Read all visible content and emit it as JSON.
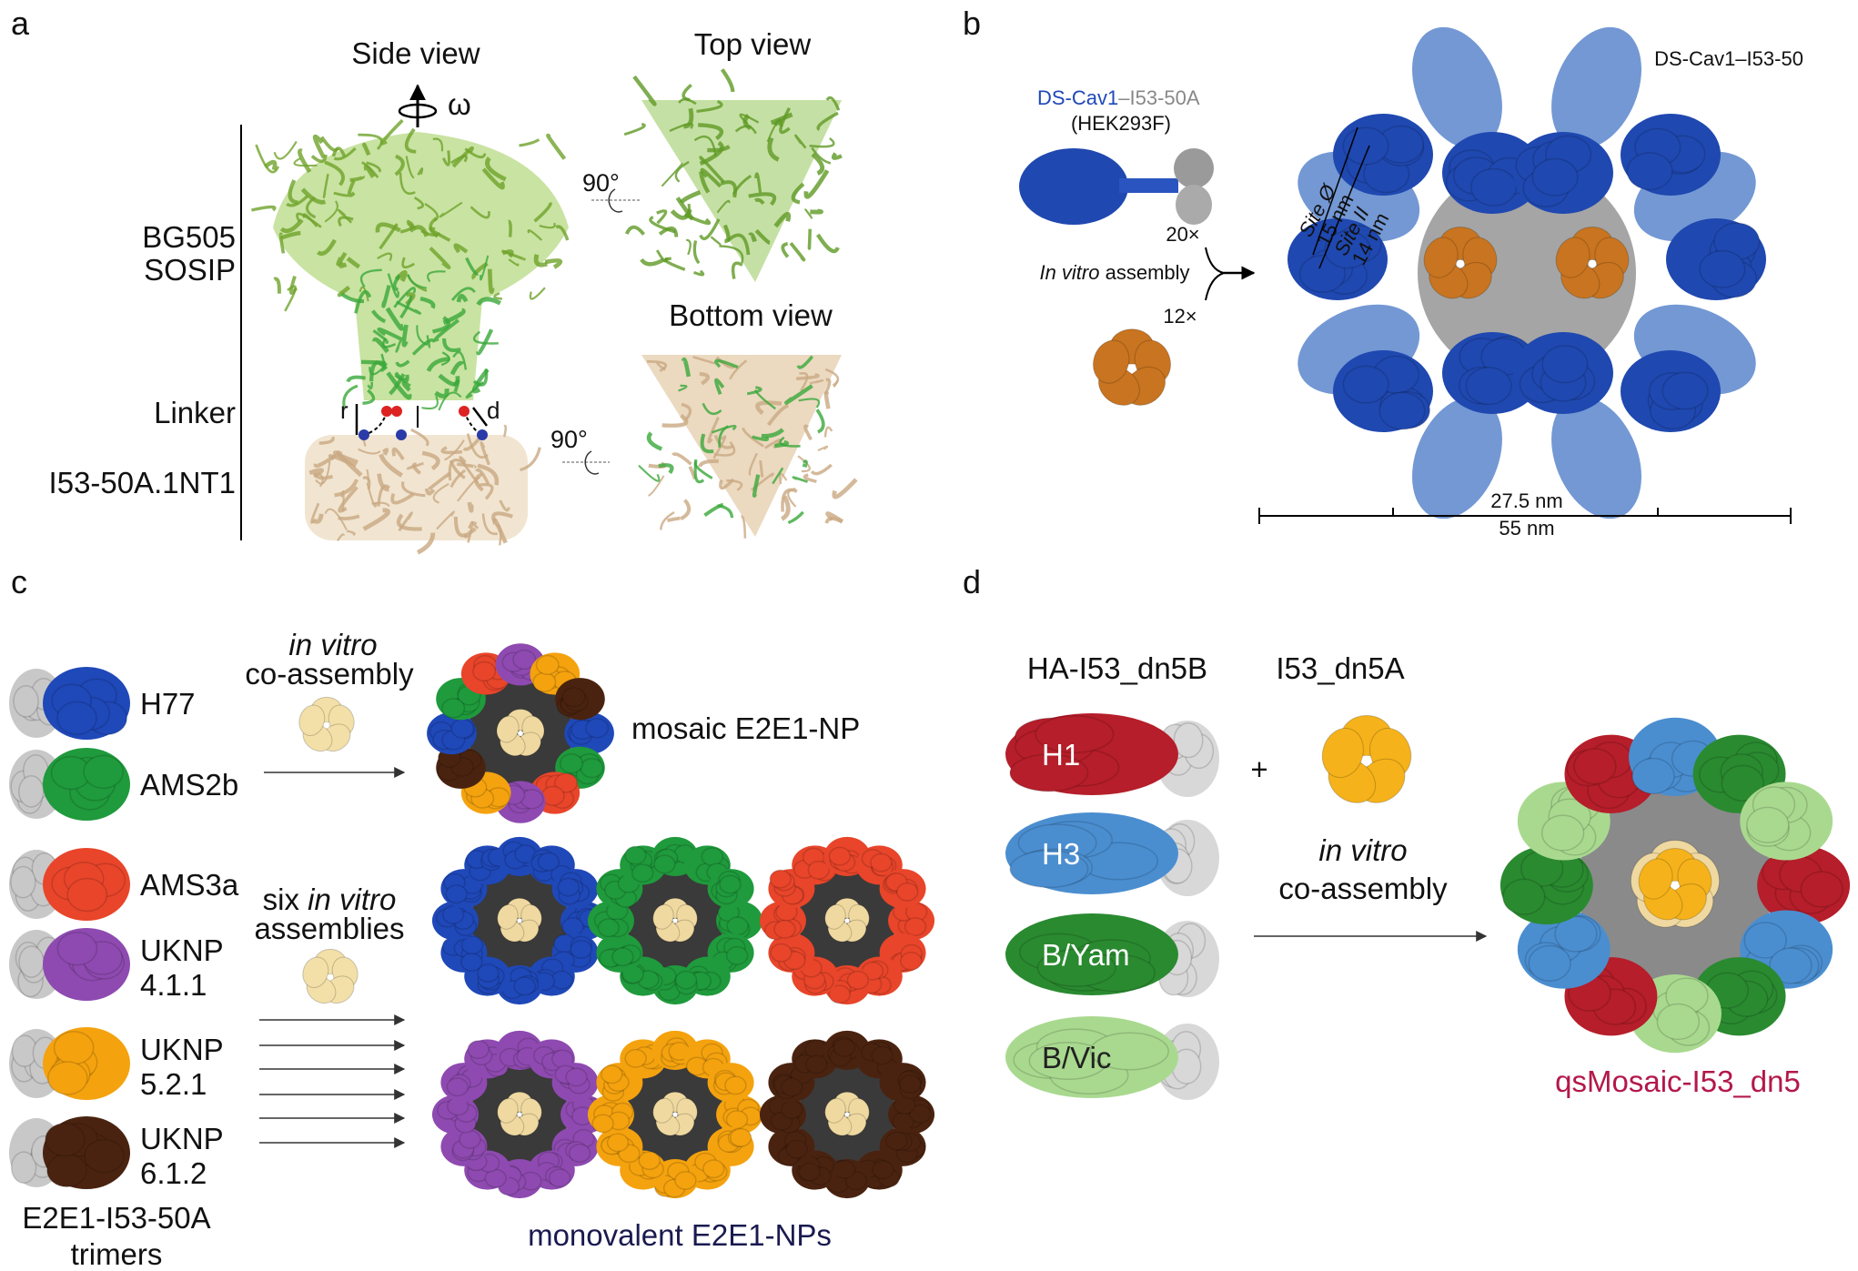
{
  "panel_a": {
    "letter": "a",
    "side_view": "Side view",
    "top_view": "Top view",
    "bottom_view": "Bottom view",
    "omega": "ω",
    "bg505_line1": "BG505",
    "bg505_line2": "SOSIP",
    "linker": "Linker",
    "i53": "I53-50A.1NT1",
    "r": "r",
    "d": "d",
    "rot1": "90°",
    "rot2": "90°"
  },
  "panel_b": {
    "letter": "b",
    "component_blue": "DS-Cav1",
    "component_dash": "–I53-50A",
    "expression": "(HEK293F)",
    "count_20": "20×",
    "count_12": "12×",
    "assembly_italic": "In vitro",
    "assembly_rest": " assembly",
    "np_label": "DS-Cav1–I53-50",
    "site0": "Site Ø",
    "site0_dist": "15 nm",
    "site2": "Site II",
    "site2_dist": "14 nm",
    "scale_half": "27.5 nm",
    "scale_full": "55 nm"
  },
  "panel_c": {
    "letter": "c",
    "trimers": [
      {
        "label1": "H77",
        "label2": "",
        "color": "#1f48b8"
      },
      {
        "label1": "AMS2b",
        "label2": "",
        "color": "#1f9a3c"
      },
      {
        "label1": "AMS3a",
        "label2": "",
        "color": "#e8452a"
      },
      {
        "label1": "UKNP",
        "label2": "4.1.1",
        "color": "#8e4ab0"
      },
      {
        "label1": "UKNP",
        "label2": "5.2.1",
        "color": "#f4a20e"
      },
      {
        "label1": "UKNP",
        "label2": "6.1.2",
        "color": "#4a2310"
      }
    ],
    "trimers_caption1": "E2E1-I53-50A",
    "trimers_caption2": "trimers",
    "coassembly_italic": "in vitro",
    "coassembly_rest": "co-assembly",
    "mosaic_label": "mosaic E2E1-NP",
    "six_pre": "six ",
    "six_italic": "in vitro",
    "six_rest": "assemblies",
    "monovalent_label": "monovalent E2E1-NPs"
  },
  "panel_d": {
    "letter": "d",
    "header_left": "HA-I53_dn5B",
    "header_right": "I53_dn5A",
    "has": [
      {
        "label": "H1",
        "color": "#b51e2a"
      },
      {
        "label": "H3",
        "color": "#4a8ed0"
      },
      {
        "label": "B/Yam",
        "color": "#2a8a30"
      },
      {
        "label": "B/Vic",
        "color": "#a9d98f"
      }
    ],
    "plus": "+",
    "pentamer_color": "#f5b21a",
    "coassembly_italic": "in vitro",
    "coassembly_rest": "co-assembly",
    "np_label": "qsMosaic-I53_dn5",
    "np_label_color": "#b3184a"
  }
}
